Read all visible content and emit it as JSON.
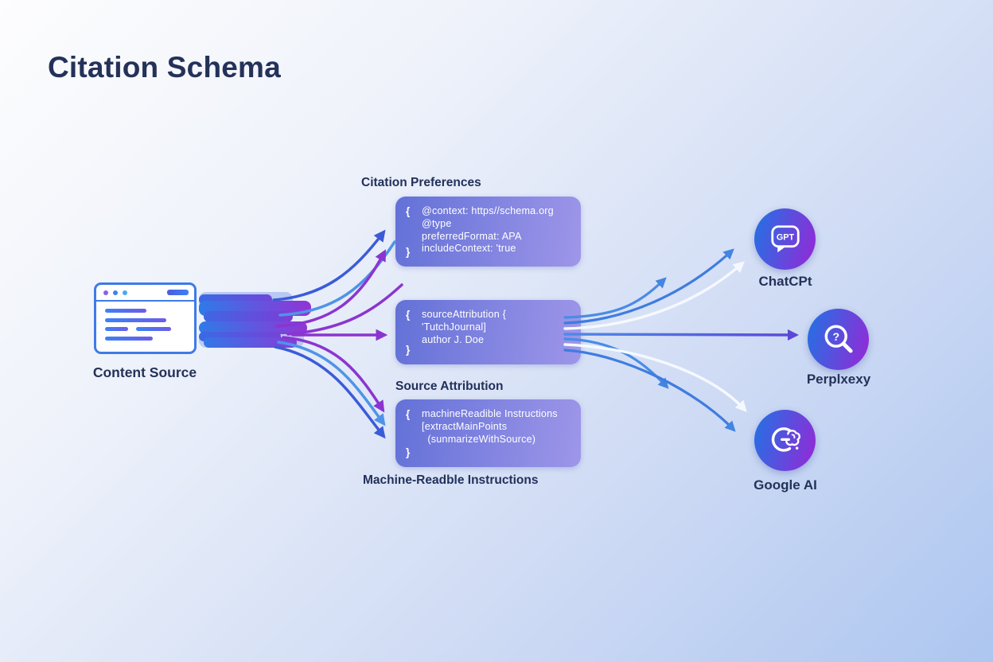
{
  "title": "Citation Schema",
  "content_source": {
    "label": "Content Source",
    "icon": "browser-window-icon"
  },
  "blocks": [
    {
      "title": "Citation Preferences",
      "open": "{",
      "close": "}",
      "lines": [
        "@context: https//schema.org",
        "@type",
        "preferredFormat: APA",
        "includeContext: 'true"
      ]
    },
    {
      "title": "Source Attribution",
      "open": "{",
      "close": "}",
      "lines": [
        "sourceAttribution {",
        "'TutchJournal]",
        "author J. Doe"
      ]
    },
    {
      "title": "Machine-Readble Instructions",
      "open": "{",
      "close": "}",
      "lines": [
        "machineReadible Instructions",
        "[extractMainPoints",
        "  (sunmarizeWithSource)"
      ]
    }
  ],
  "services": [
    {
      "label": "ChatCPt",
      "icon": "gpt-chat-bubble-icon",
      "badge_text": "GPT"
    },
    {
      "label": "Perplxexy",
      "icon": "magnifier-question-icon",
      "badge_text": "?"
    },
    {
      "label": "Google AI",
      "icon": "g-brain-icon",
      "badge_text": ""
    }
  ],
  "colors": {
    "title_text": "#243259",
    "label_text": "#22305a",
    "block_gradient_start": "#6371d7",
    "block_gradient_end": "#9e96e9",
    "code_text": "#ffffff",
    "window_border": "#3f7ae8",
    "ribbon_blue": "#2f7ae8",
    "ribbon_purple": "#9333d6",
    "arrow_blue": "#3b5bd8",
    "arrow_light_blue": "#4f93e8",
    "arrow_purple": "#8b35d0",
    "arrow_indigo": "#5b49d6",
    "arrow_white": "#f5f9ff",
    "icon_gradient_start": "#2e6ae2",
    "icon_gradient_end": "#8b2fd8",
    "background_start": "#fdfdfe",
    "background_end": "#adc6f0"
  }
}
